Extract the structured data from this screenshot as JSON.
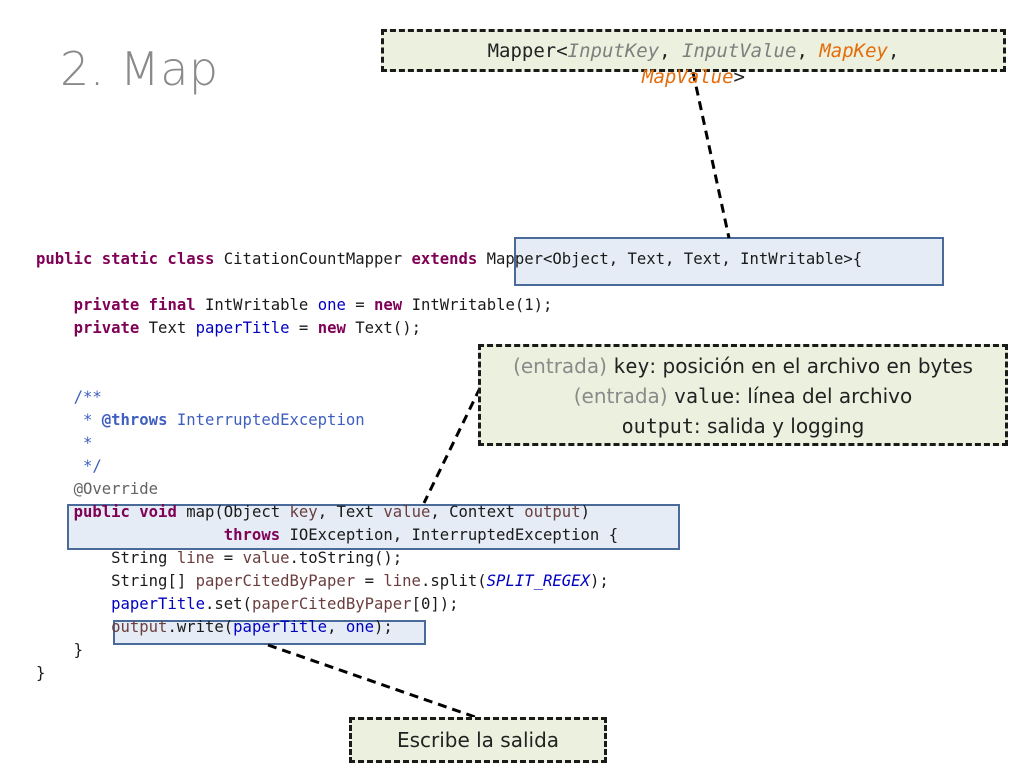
{
  "slide": {
    "title": "2. Map"
  },
  "callouts": {
    "signature": {
      "prefix": "Mapper<",
      "p1": "InputKey",
      "sep1": ", ",
      "p2": "InputValue",
      "sep2": ", ",
      "p3": "MapKey",
      "sep3": ",",
      "p4": "MapValue",
      "suffix": ">"
    },
    "params": {
      "line1_pre": "(entrada) ",
      "line1_kw": "key",
      "line1_post": ": posición en el archivo en bytes",
      "line2_pre": "(entrada) ",
      "line2_kw": "value",
      "line2_post": ": línea del archivo",
      "line3_kw": "output",
      "line3_post": ": salida y logging"
    },
    "output": {
      "label": "Escribe la salida"
    }
  },
  "code": {
    "l1_kw": "public static class",
    "l1_name": " CitationCountMapper ",
    "l1_ext": "extends",
    "l1_sp": " ",
    "l1_type": "Mapper<Object, Text, Text, IntWritable>{",
    "l3_kw": "private final",
    "l3_type": " IntWritable ",
    "l3_fld": "one",
    "l3_eq": " = ",
    "l3_new": "new",
    "l3_rest": " IntWritable(1);",
    "l4_kw": "private",
    "l4_type": " Text ",
    "l4_fld": "paperTitle",
    "l4_eq": " = ",
    "l4_new": "new",
    "l4_rest": " Text();",
    "c1": "/**",
    "c2_pre": " * ",
    "c2_tag": "@throws",
    "c2_rest": " InterruptedException",
    "c3": " *",
    "c4": " */",
    "ann": "@Override",
    "m1_kw": "public void",
    "m1_a": " map(Object ",
    "m1_key": "key",
    "m1_b": ", Text ",
    "m1_value": "value",
    "m1_c": ", Context ",
    "m1_output": "output",
    "m1_d": ")",
    "m2_kw": "throws",
    "m2_rest": " IOException, InterruptedException {",
    "b1_a": "String ",
    "b1_line": "line",
    "b1_b": " = ",
    "b1_value": "value",
    "b1_c": ".toString();",
    "b2_a": "String[] ",
    "b2_var": "paperCitedByPaper",
    "b2_b": " = ",
    "b2_line": "line",
    "b2_c": ".split(",
    "b2_const": "SPLIT_REGEX",
    "b2_d": ");",
    "b3_fld": "paperTitle",
    "b3_a": ".set(",
    "b3_var": "paperCitedByPaper",
    "b3_b": "[0]);",
    "b4_out": "output",
    "b4_a": ".write(",
    "b4_fld": "paperTitle",
    "b4_b": ", ",
    "b4_one": "one",
    "b4_c": ");",
    "close1": "}",
    "close2": "}"
  },
  "colors": {
    "callout_bg": "#ebf1de",
    "highlight_bg": "#dce6f2",
    "highlight_border": "#4a6a9a",
    "title": "#8a8a8a",
    "generic_orange": "#e46c0a"
  }
}
